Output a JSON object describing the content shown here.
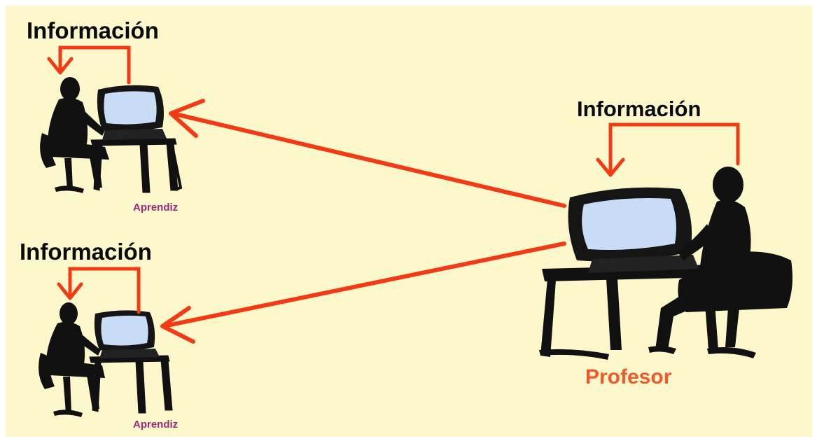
{
  "diagram": {
    "student_top": {
      "info_label": "Información",
      "role_label": "Aprendiz"
    },
    "student_bottom": {
      "info_label": "Información",
      "role_label": "Aprendiz"
    },
    "teacher": {
      "info_label": "Información",
      "role_label": "Profesor"
    }
  },
  "colors": {
    "background": "#fdf8cc",
    "arrow": "#f23a14",
    "student_label": "#a02a7a",
    "teacher_label": "#ef5a2c",
    "figure": "#111111",
    "screen": "#c9dcf6",
    "info_text": "#0a0a0a"
  }
}
